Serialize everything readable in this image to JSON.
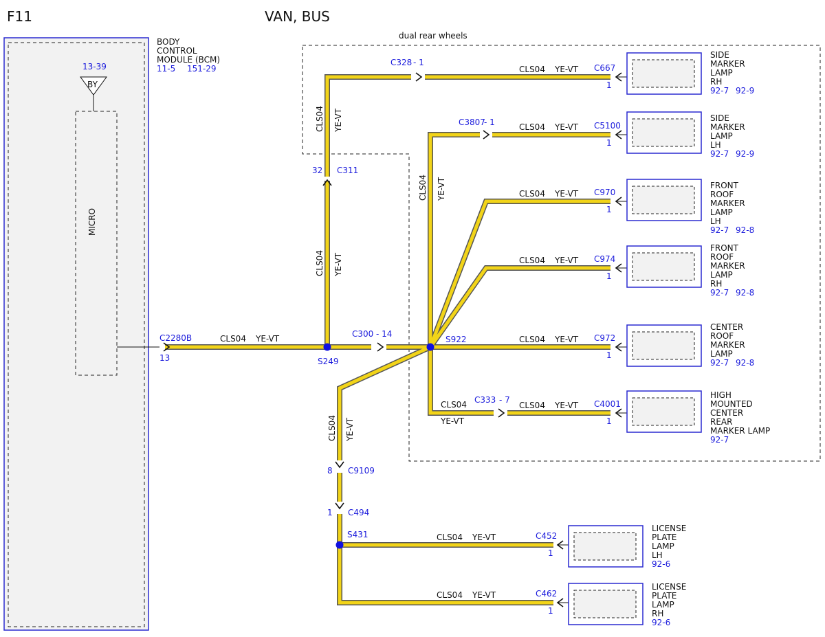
{
  "header": {
    "page_code": "F11",
    "title": "VAN, BUS"
  },
  "colors": {
    "wire": "#f2d418",
    "wire_edge": "#555555",
    "ref": "#1a1adc",
    "module_fill": "#f2f2f2",
    "splice": "#1010e0"
  },
  "zone_label": "dual rear wheels",
  "bcm": {
    "lines": [
      "BODY",
      "CONTROL",
      "MODULE (BCM)"
    ],
    "ref_a": "11-5",
    "ref_b": "151-29",
    "top_ref": "13-39",
    "pin_name": "BY",
    "micro_label": "MICRO"
  },
  "wire": {
    "circuit": "CLS04",
    "color": "YE-VT"
  },
  "connectors": {
    "c2280b": {
      "name": "C2280B",
      "pin": "13"
    },
    "c300": {
      "name": "C300",
      "pin": "- 14"
    },
    "c311": {
      "name": "C311",
      "pin": "32"
    },
    "c328": {
      "name": "C328",
      "pin": "- 1"
    },
    "c3807": {
      "name": "C3807",
      "pin": "- 1"
    },
    "c333": {
      "name": "C333",
      "pin": "- 7"
    },
    "c9109": {
      "name": "C9109",
      "pin": "8"
    },
    "c494": {
      "name": "C494",
      "pin": "1"
    }
  },
  "splices": {
    "s249": "S249",
    "s922": "S922",
    "s431": "S431"
  },
  "loads": [
    {
      "id": "c667",
      "connector": "C667",
      "pin": "1",
      "lines": [
        "SIDE",
        "MARKER",
        "LAMP",
        "RH"
      ],
      "refs": [
        "92-7",
        "92-9"
      ]
    },
    {
      "id": "c5100",
      "connector": "C5100",
      "pin": "1",
      "lines": [
        "SIDE",
        "MARKER",
        "LAMP",
        "LH"
      ],
      "refs": [
        "92-7",
        "92-9"
      ]
    },
    {
      "id": "c970",
      "connector": "C970",
      "pin": "1",
      "lines": [
        "FRONT",
        "ROOF",
        "MARKER",
        "LAMP",
        "LH"
      ],
      "refs": [
        "92-7",
        "92-8"
      ]
    },
    {
      "id": "c974",
      "connector": "C974",
      "pin": "1",
      "lines": [
        "FRONT",
        "ROOF",
        "MARKER",
        "LAMP",
        "RH"
      ],
      "refs": [
        "92-7",
        "92-8"
      ]
    },
    {
      "id": "c972",
      "connector": "C972",
      "pin": "1",
      "lines": [
        "CENTER",
        "ROOF",
        "MARKER",
        "LAMP"
      ],
      "refs": [
        "92-7",
        "92-8"
      ]
    },
    {
      "id": "c4001",
      "connector": "C4001",
      "pin": "1",
      "lines": [
        "HIGH",
        "MOUNTED",
        "CENTER",
        "REAR",
        "MARKER LAMP"
      ],
      "refs": [
        "92-7"
      ]
    },
    {
      "id": "c452",
      "connector": "C452",
      "pin": "1",
      "lines": [
        "LICENSE",
        "PLATE",
        "LAMP",
        "LH"
      ],
      "refs": [
        "92-6"
      ]
    },
    {
      "id": "c462",
      "connector": "C462",
      "pin": "1",
      "lines": [
        "LICENSE",
        "PLATE",
        "LAMP",
        "RH"
      ],
      "refs": [
        "92-6"
      ]
    }
  ]
}
